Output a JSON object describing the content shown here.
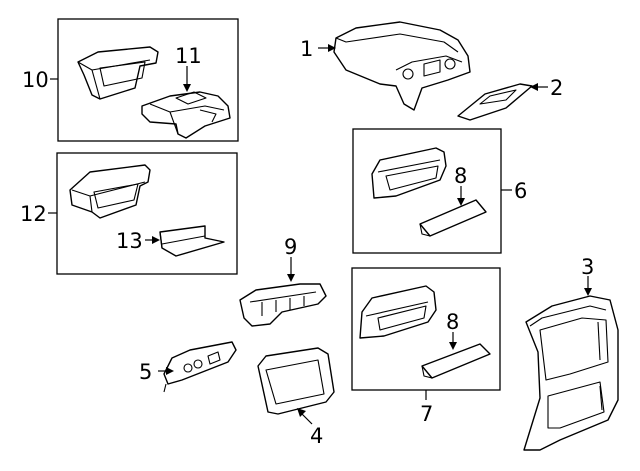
{
  "callouts": [
    {
      "id": "c1",
      "text": "1"
    },
    {
      "id": "c2",
      "text": "2"
    },
    {
      "id": "c3",
      "text": "3"
    },
    {
      "id": "c4",
      "text": "4"
    },
    {
      "id": "c5",
      "text": "5"
    },
    {
      "id": "c6",
      "text": "6"
    },
    {
      "id": "c7",
      "text": "7"
    },
    {
      "id": "c8a",
      "text": "8"
    },
    {
      "id": "c8b",
      "text": "8"
    },
    {
      "id": "c9",
      "text": "9"
    },
    {
      "id": "c10",
      "text": "10"
    },
    {
      "id": "c11",
      "text": "11"
    },
    {
      "id": "c12",
      "text": "12"
    },
    {
      "id": "c13",
      "text": "13"
    }
  ]
}
